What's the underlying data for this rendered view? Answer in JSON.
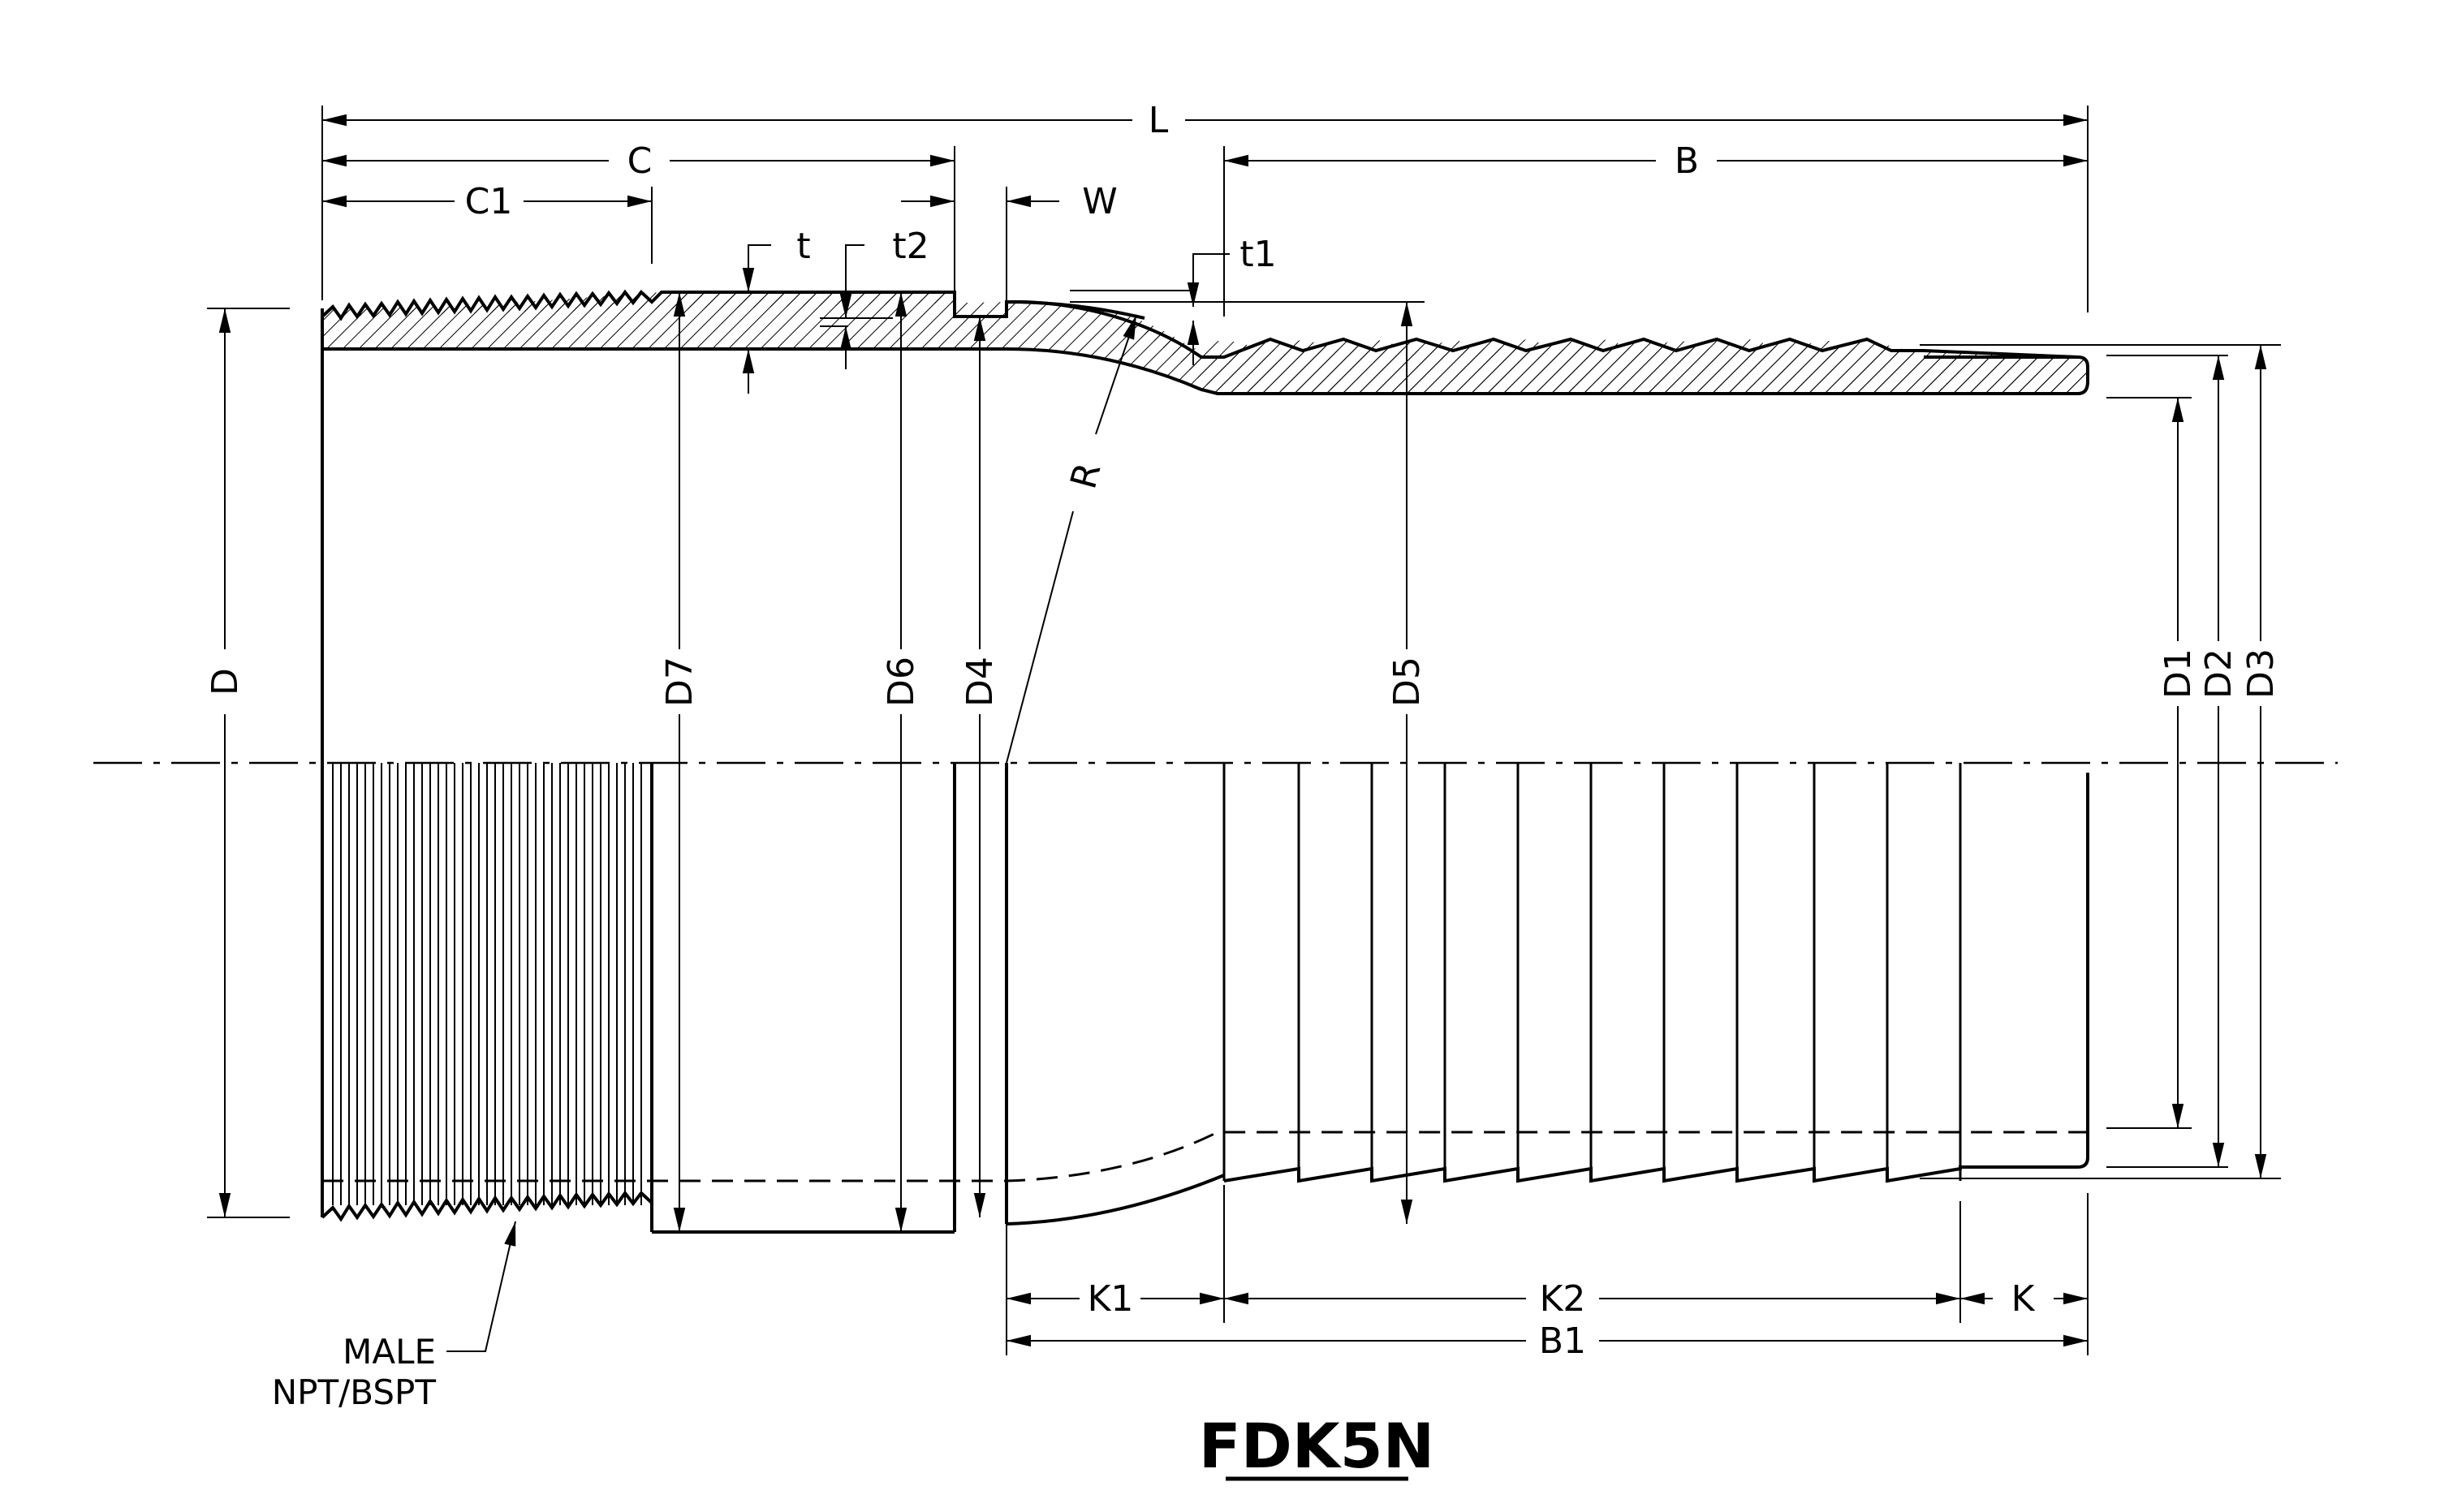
{
  "drawing": {
    "title": "FDK5N",
    "callout": {
      "line1": "MALE",
      "line2": "NPT/BSPT"
    },
    "dimensions": {
      "L": "L",
      "B": "B",
      "C": "C",
      "C1": "C1",
      "W": "W",
      "t": "t",
      "t1": "t1",
      "t2": "t2",
      "R": "R",
      "D": "D",
      "D1": "D1",
      "D2": "D2",
      "D3": "D3",
      "D4": "D4",
      "D5": "D5",
      "D6": "D6",
      "D7": "D7",
      "K": "K",
      "K1": "K1",
      "K2": "K2",
      "B1": "B1"
    }
  }
}
